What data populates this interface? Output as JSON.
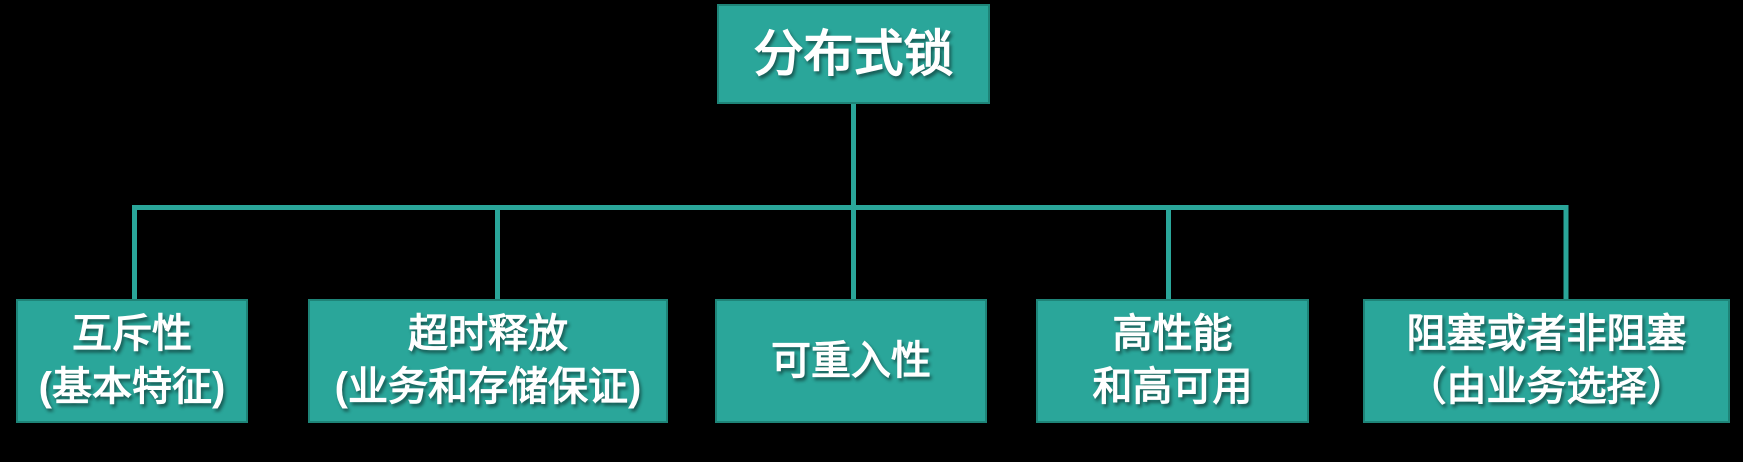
{
  "diagram": {
    "colors": {
      "background": "#000000",
      "node_fill": "#2AA69A",
      "node_border": "#1E8478",
      "connector": "#2AA69A",
      "text": "#FFFFFF"
    },
    "root": {
      "label": "分布式锁"
    },
    "children": [
      {
        "label": "互斥性\n(基本特征)"
      },
      {
        "label": "超时释放\n(业务和存储保证)"
      },
      {
        "label": "可重入性"
      },
      {
        "label": "高性能\n和高可用"
      },
      {
        "label": "阻塞或者非阻塞\n（由业务选择）"
      }
    ]
  }
}
